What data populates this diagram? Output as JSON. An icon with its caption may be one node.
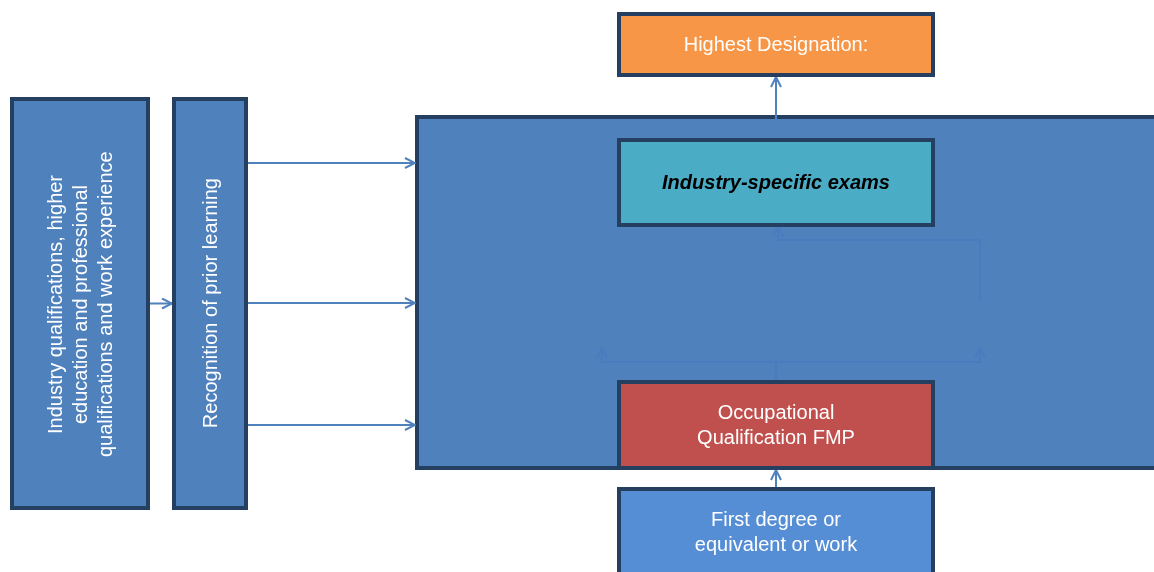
{
  "diagram": {
    "nodes": [
      {
        "text": [
          "Industry qualifications, higher education and professional qualifications and work experience"
        ]
      },
      {
        "text": [
          "Recognition of prior learning"
        ]
      },
      {
        "text": [
          "Highest Designation:"
        ]
      },
      {
        "text": [],
        "shape": "box"
      },
      {
        "text": [
          "Industry-specific exams"
        ],
        "in": 3
      },
      {
        "text": [
          "Occupational Qualification FMP"
        ],
        "in": 3
      },
      {
        "text": [
          "First degree or equivalent or work"
        ]
      }
    ],
    "edges": [
      {
        "from": 0,
        "to": 1,
        "arrow": "to"
      },
      {
        "from": 1,
        "to": 3,
        "arrow": "to"
      },
      {
        "from": 1,
        "to": 3,
        "arrow": "to"
      },
      {
        "from": 1,
        "to": 3,
        "arrow": "to"
      },
      {
        "from": 4,
        "to": 2,
        "arrow": "to"
      },
      {
        "from": 6,
        "to": 5,
        "arrow": "to"
      },
      {
        "from": 5,
        "to": null,
        "arrow": "to",
        "color": "#4a7bbf"
      },
      {
        "from": 5,
        "to": null,
        "arrow": "to",
        "color": "#4a7bbf"
      },
      {
        "from": null,
        "to": 4,
        "arrow": "to",
        "color": "#4a7bbf"
      }
    ]
  }
}
